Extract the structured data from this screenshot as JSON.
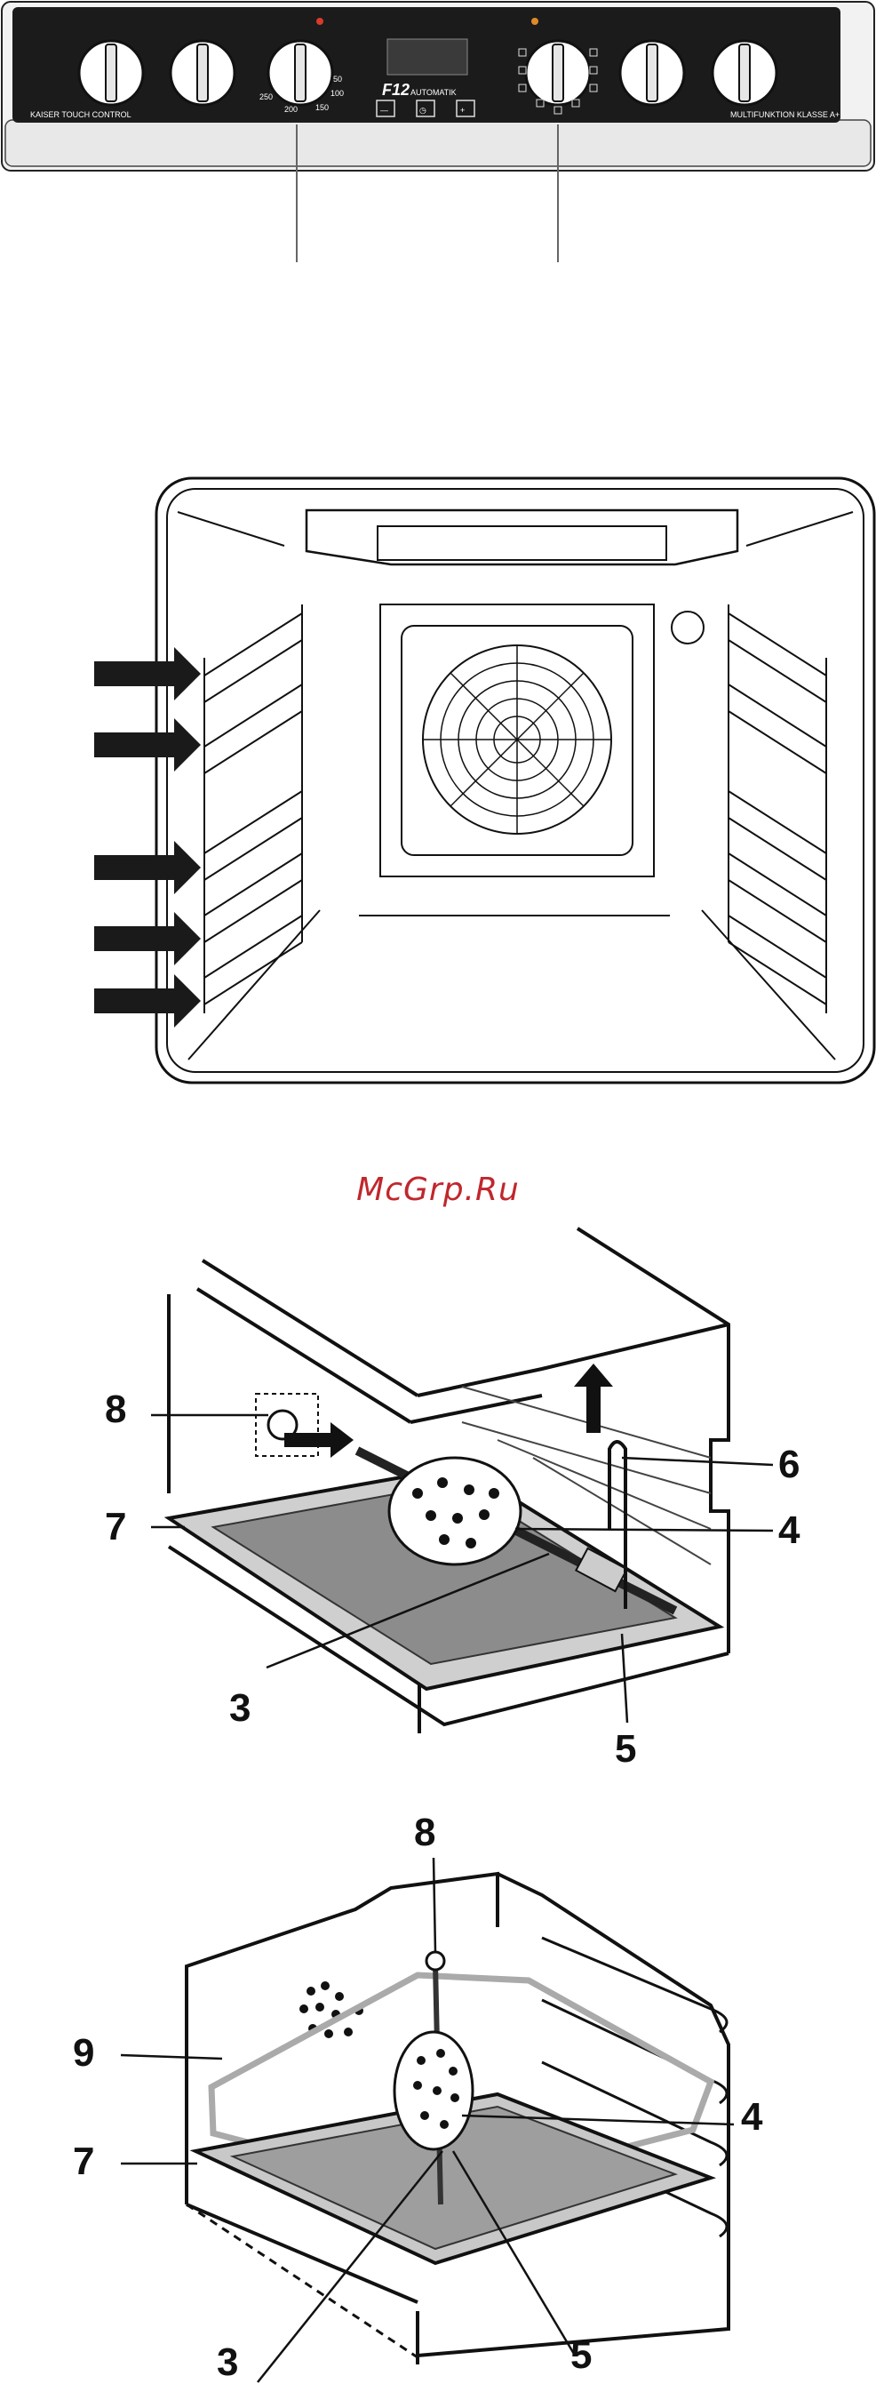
{
  "control_panel": {
    "left_label": "KAISER TOUCH CONTROL",
    "model": "F12",
    "model_sub": "AUTOMATIK",
    "right_label": "MULTIFUNKTION KLASSE A+",
    "dial_scale": [
      "50",
      "100",
      "150",
      "200",
      "250"
    ],
    "buttons": [
      "—",
      "◷",
      "+"
    ]
  },
  "watermark": "McGrp.Ru",
  "figure_spit": {
    "callouts": {
      "c8": "8",
      "c7": "7",
      "c3": "3",
      "c6": "6",
      "c4": "4",
      "c5": "5"
    }
  },
  "figure_rotary": {
    "callouts": {
      "c8": "8",
      "c9": "9",
      "c7": "7",
      "c3": "3",
      "c4": "4",
      "c5": "5"
    }
  },
  "colors": {
    "panel": "#1b1b1b",
    "line": "#111111",
    "watermark": "#c0272d",
    "arrow": "#1a1a1a"
  }
}
